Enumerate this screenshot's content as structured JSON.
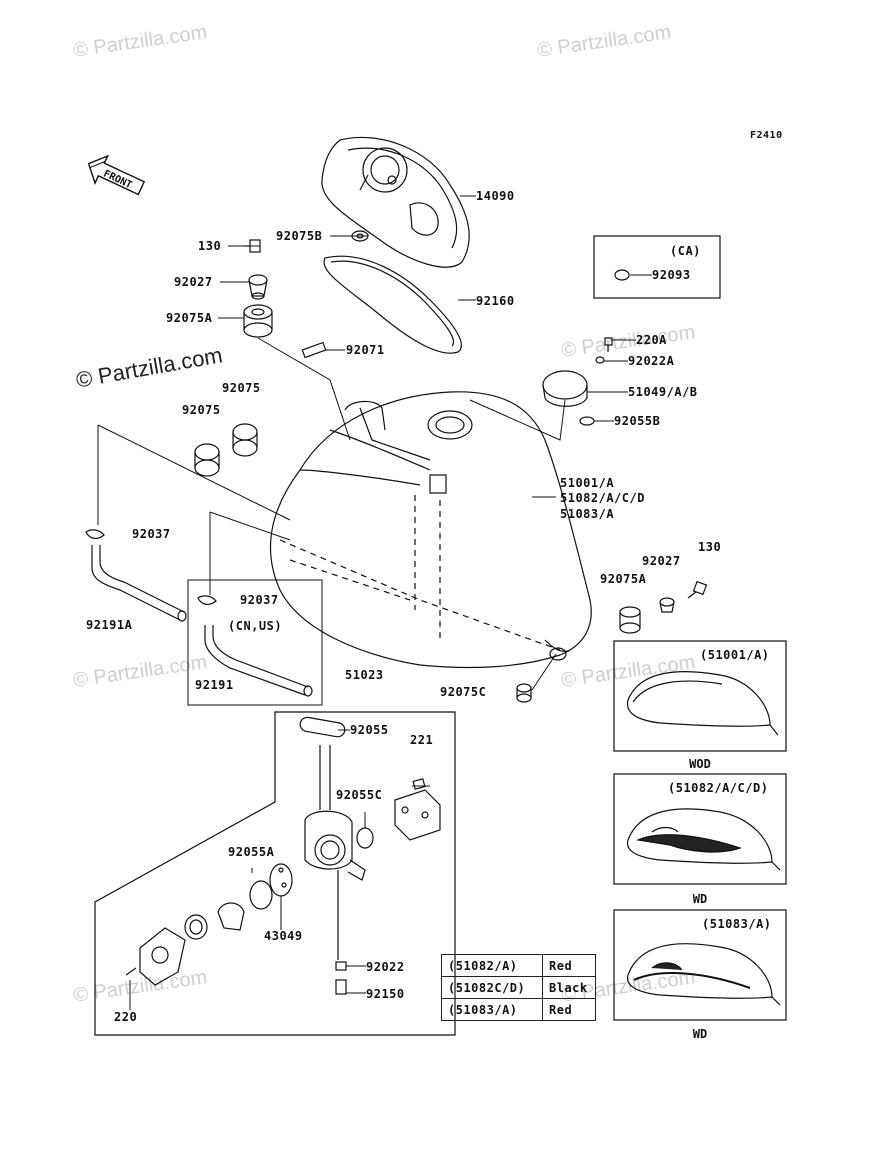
{
  "diagram_id": "F2410",
  "watermarks": [
    "© Partzilla.com",
    "© Partzilla.com",
    "© Partzilla.com",
    "© Partzilla.com",
    "© Partzilla.com",
    "© Partzilla.com",
    "© Partzilla.com"
  ],
  "main_watermark": "© Partzilla.com",
  "front_label": "FRONT",
  "parts": {
    "p14090": "14090",
    "p92075B": "92075B",
    "p130a": "130",
    "p92027a": "92027",
    "p92160": "92160",
    "p92075A_a": "92075A",
    "p92071": "92071",
    "p92075_a": "92075",
    "p92075_b": "92075",
    "p92093": "92093",
    "ca_label": "(CA)",
    "p220A": "220A",
    "p92022A": "92022A",
    "p51049": "51049/A/B",
    "p92055B": "92055B",
    "tank_1": "51001/A",
    "tank_2": "51082/A/C/D",
    "tank_3": "51083/A",
    "p92037a": "92037",
    "p92037b": "92037",
    "p92191A": "92191A",
    "cnus_label": "(CN,US)",
    "p92191": "92191",
    "p92027b": "92027",
    "p130b": "130",
    "p92075A_b": "92075A",
    "p92075C": "92075C",
    "p51023": "51023",
    "p92055": "92055",
    "p221": "221",
    "p92055C": "92055C",
    "p92055A": "92055A",
    "p43049": "43049",
    "p92022": "92022",
    "p92150": "92150",
    "p220": "220"
  },
  "variants": [
    {
      "title": "(51001/A)",
      "caption": "WOD"
    },
    {
      "title": "(51082/A/C/D)",
      "caption": "WD"
    },
    {
      "title": "(51083/A)",
      "caption": "WD"
    }
  ],
  "color_table": [
    {
      "part": "(51082/A)",
      "color": "Red"
    },
    {
      "part": "(51082C/D)",
      "color": "Black"
    },
    {
      "part": "(51083/A)",
      "color": "Red"
    }
  ]
}
